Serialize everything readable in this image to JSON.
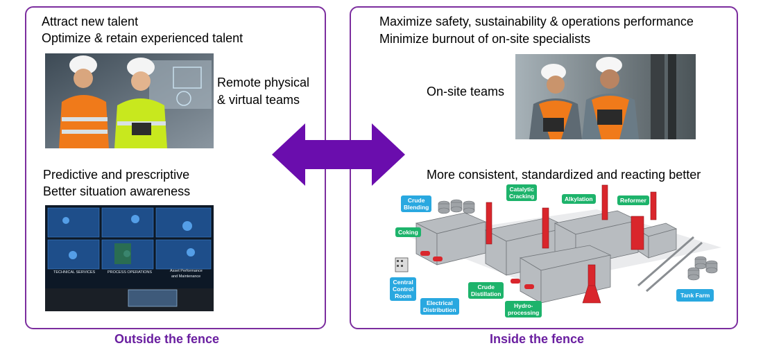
{
  "outside": {
    "headline_1": "Attract new talent",
    "headline_2": "Optimize & retain experienced talent",
    "remote_label_1": "Remote physical",
    "remote_label_2": "& virtual teams",
    "predictive_1": "Predictive and prescriptive",
    "predictive_2": "Better situation awareness",
    "control_room_labels": {
      "technical": "TECHNICAL SERVICES",
      "process": "PROCESS OPERATIONS",
      "asset_1": "Asset Performance",
      "asset_2": "and Maintenance"
    },
    "caption": "Outside the fence"
  },
  "inside": {
    "headline_1": "Maximize safety, sustainability & operations performance",
    "headline_2": "Minimize burnout of on-site specialists",
    "onsite_label": "On-site teams",
    "consistent": "More consistent, standardized and reacting better",
    "caption": "Inside the fence",
    "plant_tags": {
      "crude_blending_1": "Crude",
      "crude_blending_2": "Blending",
      "catalytic_1": "Catalytic",
      "catalytic_2": "Cracking",
      "alkylation": "Alkylation",
      "reformer": "Reformer",
      "coking": "Coking",
      "central_1": "Central",
      "central_2": "Control",
      "central_3": "Room",
      "crude_distillation_1": "Crude",
      "crude_distillation_2": "Distillation",
      "electrical_1": "Electrical",
      "electrical_2": "Distribution",
      "hydro_1": "Hydro-",
      "hydro_2": "processing",
      "tank_farm": "Tank Farm"
    }
  },
  "colors": {
    "accent_purple": "#7B2D9E",
    "arrow_purple": "#6A0DAD",
    "tag_blue": "#29A8E0",
    "tag_green": "#1DB36B"
  }
}
